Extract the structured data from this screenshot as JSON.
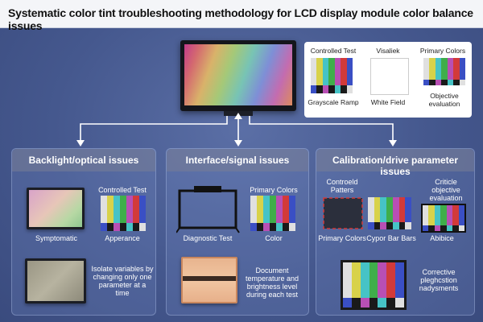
{
  "title": "Systematic color tint troubleshooting methodology for LCD display module color balance issues",
  "legend": {
    "col1_top": "Controlled Test",
    "col2_top": "Visaliek",
    "col3_top": "Primary Colors",
    "col1_bottom": "Grayscale Ramp",
    "col2_bottom": "White Field",
    "col3_bottom": "Objective evaluation"
  },
  "panels": [
    {
      "title": "Backlight/optical issues",
      "labels": [
        "Controlled Test",
        "Symptomatic",
        "Apperance",
        "Isolate variables by changing only one parameter at a time"
      ]
    },
    {
      "title": "Interface/signal issues",
      "labels": [
        "Primary Colors",
        "Diagnostic Test",
        "Color",
        "Document temperature and brightness level during each test"
      ]
    },
    {
      "title": "Calibration/drive parameter issues",
      "labels": [
        "Controeld Patters",
        "Criticle objective evaluation",
        "Primary Colors",
        "Cypor Bar Bars",
        "Abibice",
        "Corrective pleghcstion nadysments"
      ]
    }
  ],
  "colors": {
    "bar_colors": [
      "#e0e0e0",
      "#d8d24a",
      "#46c3c6",
      "#3fae4a",
      "#b84fb4",
      "#d23a3a",
      "#3a4fc4"
    ],
    "bar_bottom": [
      "#3a4fc4",
      "#1a1a1a",
      "#b84fb4",
      "#1a1a1a",
      "#46c3c6",
      "#1a1a1a",
      "#e0e0e0"
    ]
  }
}
